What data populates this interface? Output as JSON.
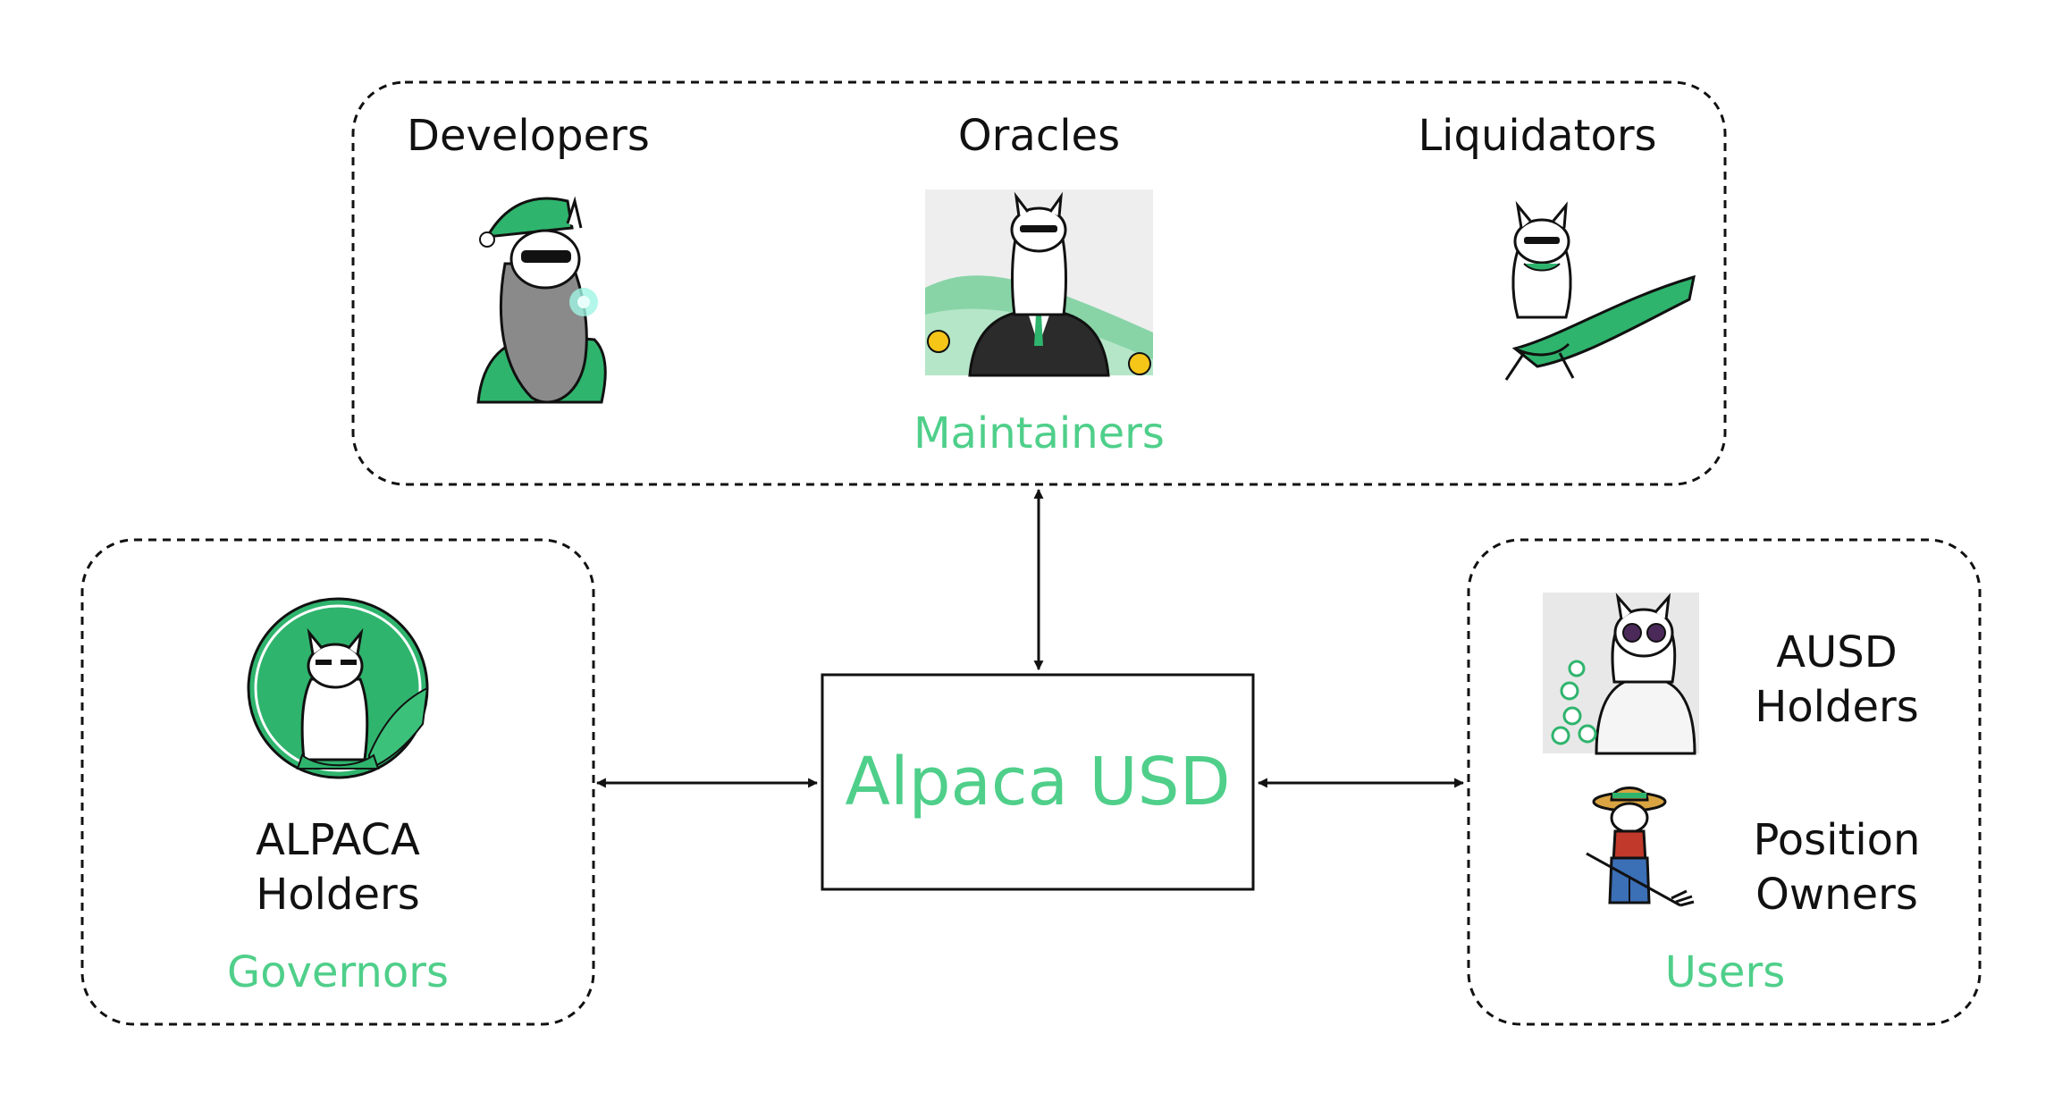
{
  "colors": {
    "accent_green": "#4fcf8a",
    "dark_green": "#2fb46d",
    "line": "#111111",
    "background": "#ffffff"
  },
  "center": {
    "title": "Alpaca USD"
  },
  "maintainers": {
    "group_label": "Maintainers",
    "developers": "Developers",
    "oracles": "Oracles",
    "liquidators": "Liquidators"
  },
  "governors": {
    "group_label": "Governors",
    "line1": "ALPACA",
    "line2": "Holders"
  },
  "users": {
    "group_label": "Users",
    "ausd_line1": "AUSD",
    "ausd_line2": "Holders",
    "position_line1": "Position",
    "position_line2": "Owners"
  },
  "icons": [
    "wizard-alpaca-icon",
    "suited-alpaca-icon",
    "caped-alpaca-icon",
    "alpaca-avatar-icon",
    "sunglasses-alpaca-icon",
    "farmer-alpaca-icon"
  ]
}
